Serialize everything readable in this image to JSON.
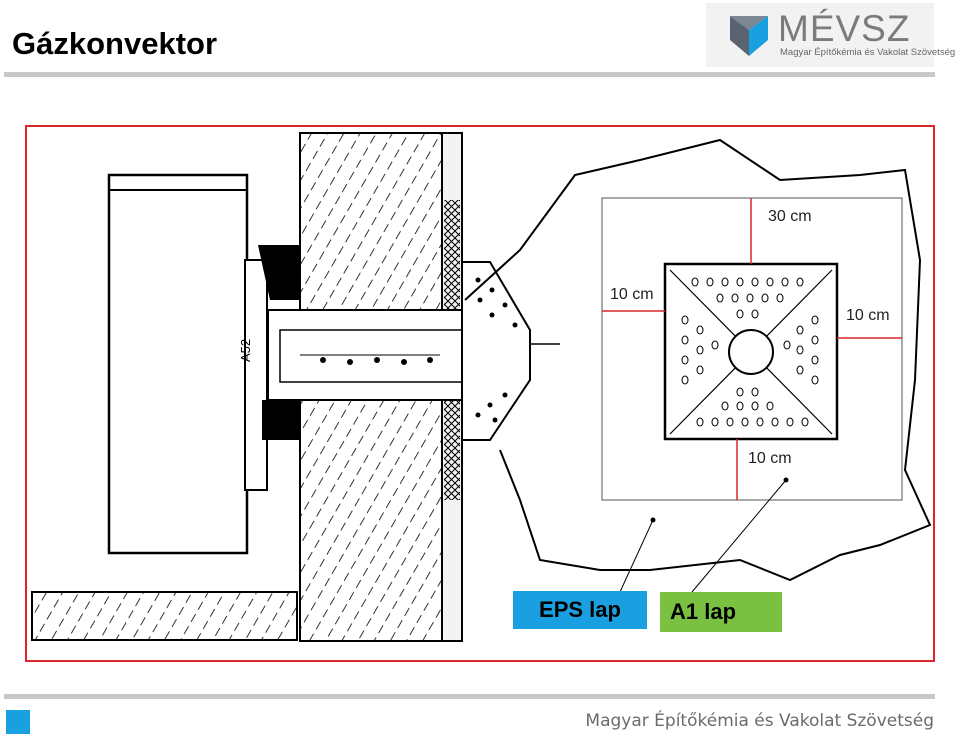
{
  "slide": {
    "title": "Gázkonvektor",
    "footer": "Magyar Építőkémia és Vakolat Szövetség"
  },
  "logo": {
    "mark": "MÉVSZ",
    "subtitle": "Magyar Építőkémia és Vakolat Szövetség"
  },
  "dimensions": {
    "top": "30 cm",
    "left": "10 cm",
    "right": "10 cm",
    "bottom": "10 cm"
  },
  "legend": {
    "eps": "EPS lap",
    "a1": "A1 lap"
  },
  "colors": {
    "frame": "#d9262b",
    "eps": "#1aa0e0",
    "a1": "#7ac142",
    "accent": "#1aa0e0"
  }
}
